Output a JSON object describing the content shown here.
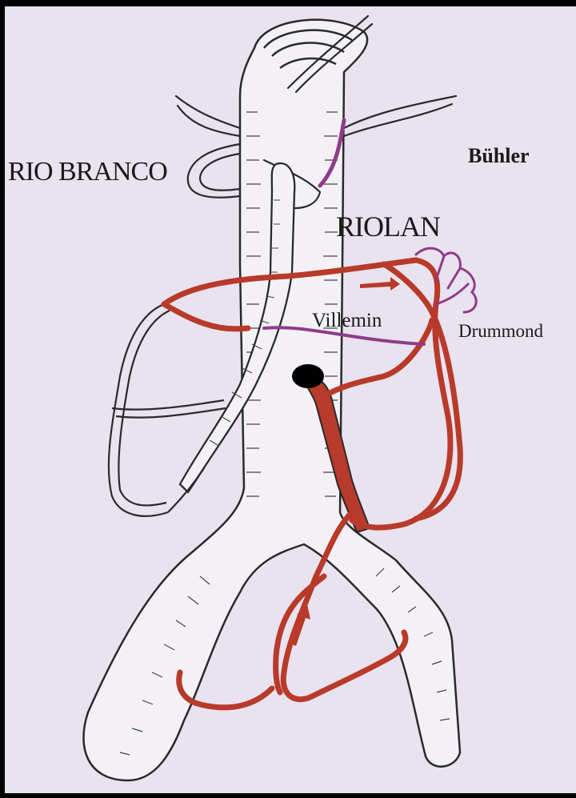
{
  "labels": {
    "rio_branco": "RIO BRANCO",
    "buhler": "Bühler",
    "riolan": "RIOLAN",
    "villemin": "Villemin",
    "drummond": "Drummond"
  },
  "colors": {
    "background": "#e8e3ee",
    "border": "#000000",
    "vessel_outline": "#2a2a2a",
    "vessel_fill": "#f4f1f6",
    "collateral_red": "#b83a2b",
    "collateral_purple": "#8e3c8a",
    "occlusion": "#000000"
  },
  "icons": [
    "flow-arrow-icon",
    "flow-arrow-icon"
  ]
}
